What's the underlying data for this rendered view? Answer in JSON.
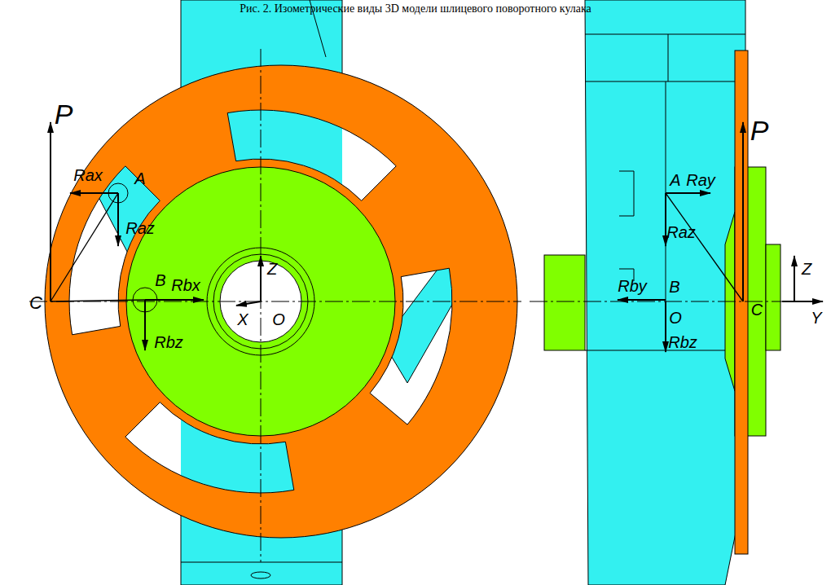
{
  "diagram": {
    "title": "Рис. 2. Изометрические виды 3D модели шлицевого поворотного кулака",
    "labels": [
      "P",
      "Rax",
      "A",
      "Raz",
      "C",
      "B",
      "Rbx",
      "Rbz",
      "Z",
      "X",
      "O",
      "P",
      "A",
      "Ray",
      "Raz",
      "Rby",
      "B",
      "O",
      "Rbz",
      "C",
      "Z",
      "Y"
    ]
  }
}
